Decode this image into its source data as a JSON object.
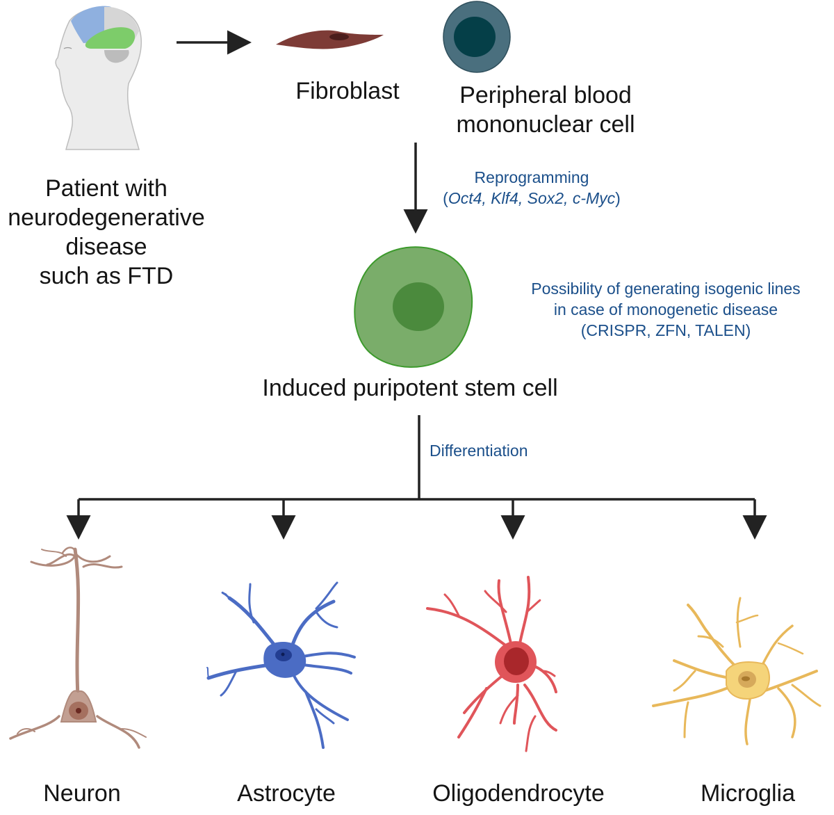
{
  "patient": {
    "lines": [
      "Patient with",
      "neurodegenerative",
      "disease",
      "such as FTD"
    ]
  },
  "sources": {
    "fibroblast": "Fibroblast",
    "pbmc_line1": "Peripheral blood",
    "pbmc_line2": "mononuclear cell"
  },
  "reprogramming": {
    "title": "Reprogramming",
    "factors_open": "(",
    "factors": "Oct4, Klf4, Sox2, c-Myc",
    "factors_close": ")"
  },
  "ipsc": {
    "label": "Induced puripotent stem cell",
    "note_lines": [
      "Possibility of generating isogenic lines",
      "in case of monogenetic disease",
      "(CRISPR, ZFN, TALEN)"
    ]
  },
  "differentiation": {
    "label": "Differentiation"
  },
  "outputs": [
    {
      "label": "Neuron",
      "color": "#b08a7c"
    },
    {
      "label": "Astrocyte",
      "color": "#4b6cc4"
    },
    {
      "label": "Oligodendrocyte",
      "color": "#e0555a"
    },
    {
      "label": "Microglia",
      "color": "#f2c96b"
    }
  ],
  "colors": {
    "annotation_blue": "#1b4f8a",
    "brain_blue": "#8fb0df",
    "brain_green": "#7dcc6a",
    "fibroblast": "#7d3b36",
    "pbmc_outer": "#4a6f7e",
    "pbmc_inner": "#053f48",
    "ipsc_outer": "#7aad6a",
    "ipsc_inner": "#4b8a3d"
  }
}
